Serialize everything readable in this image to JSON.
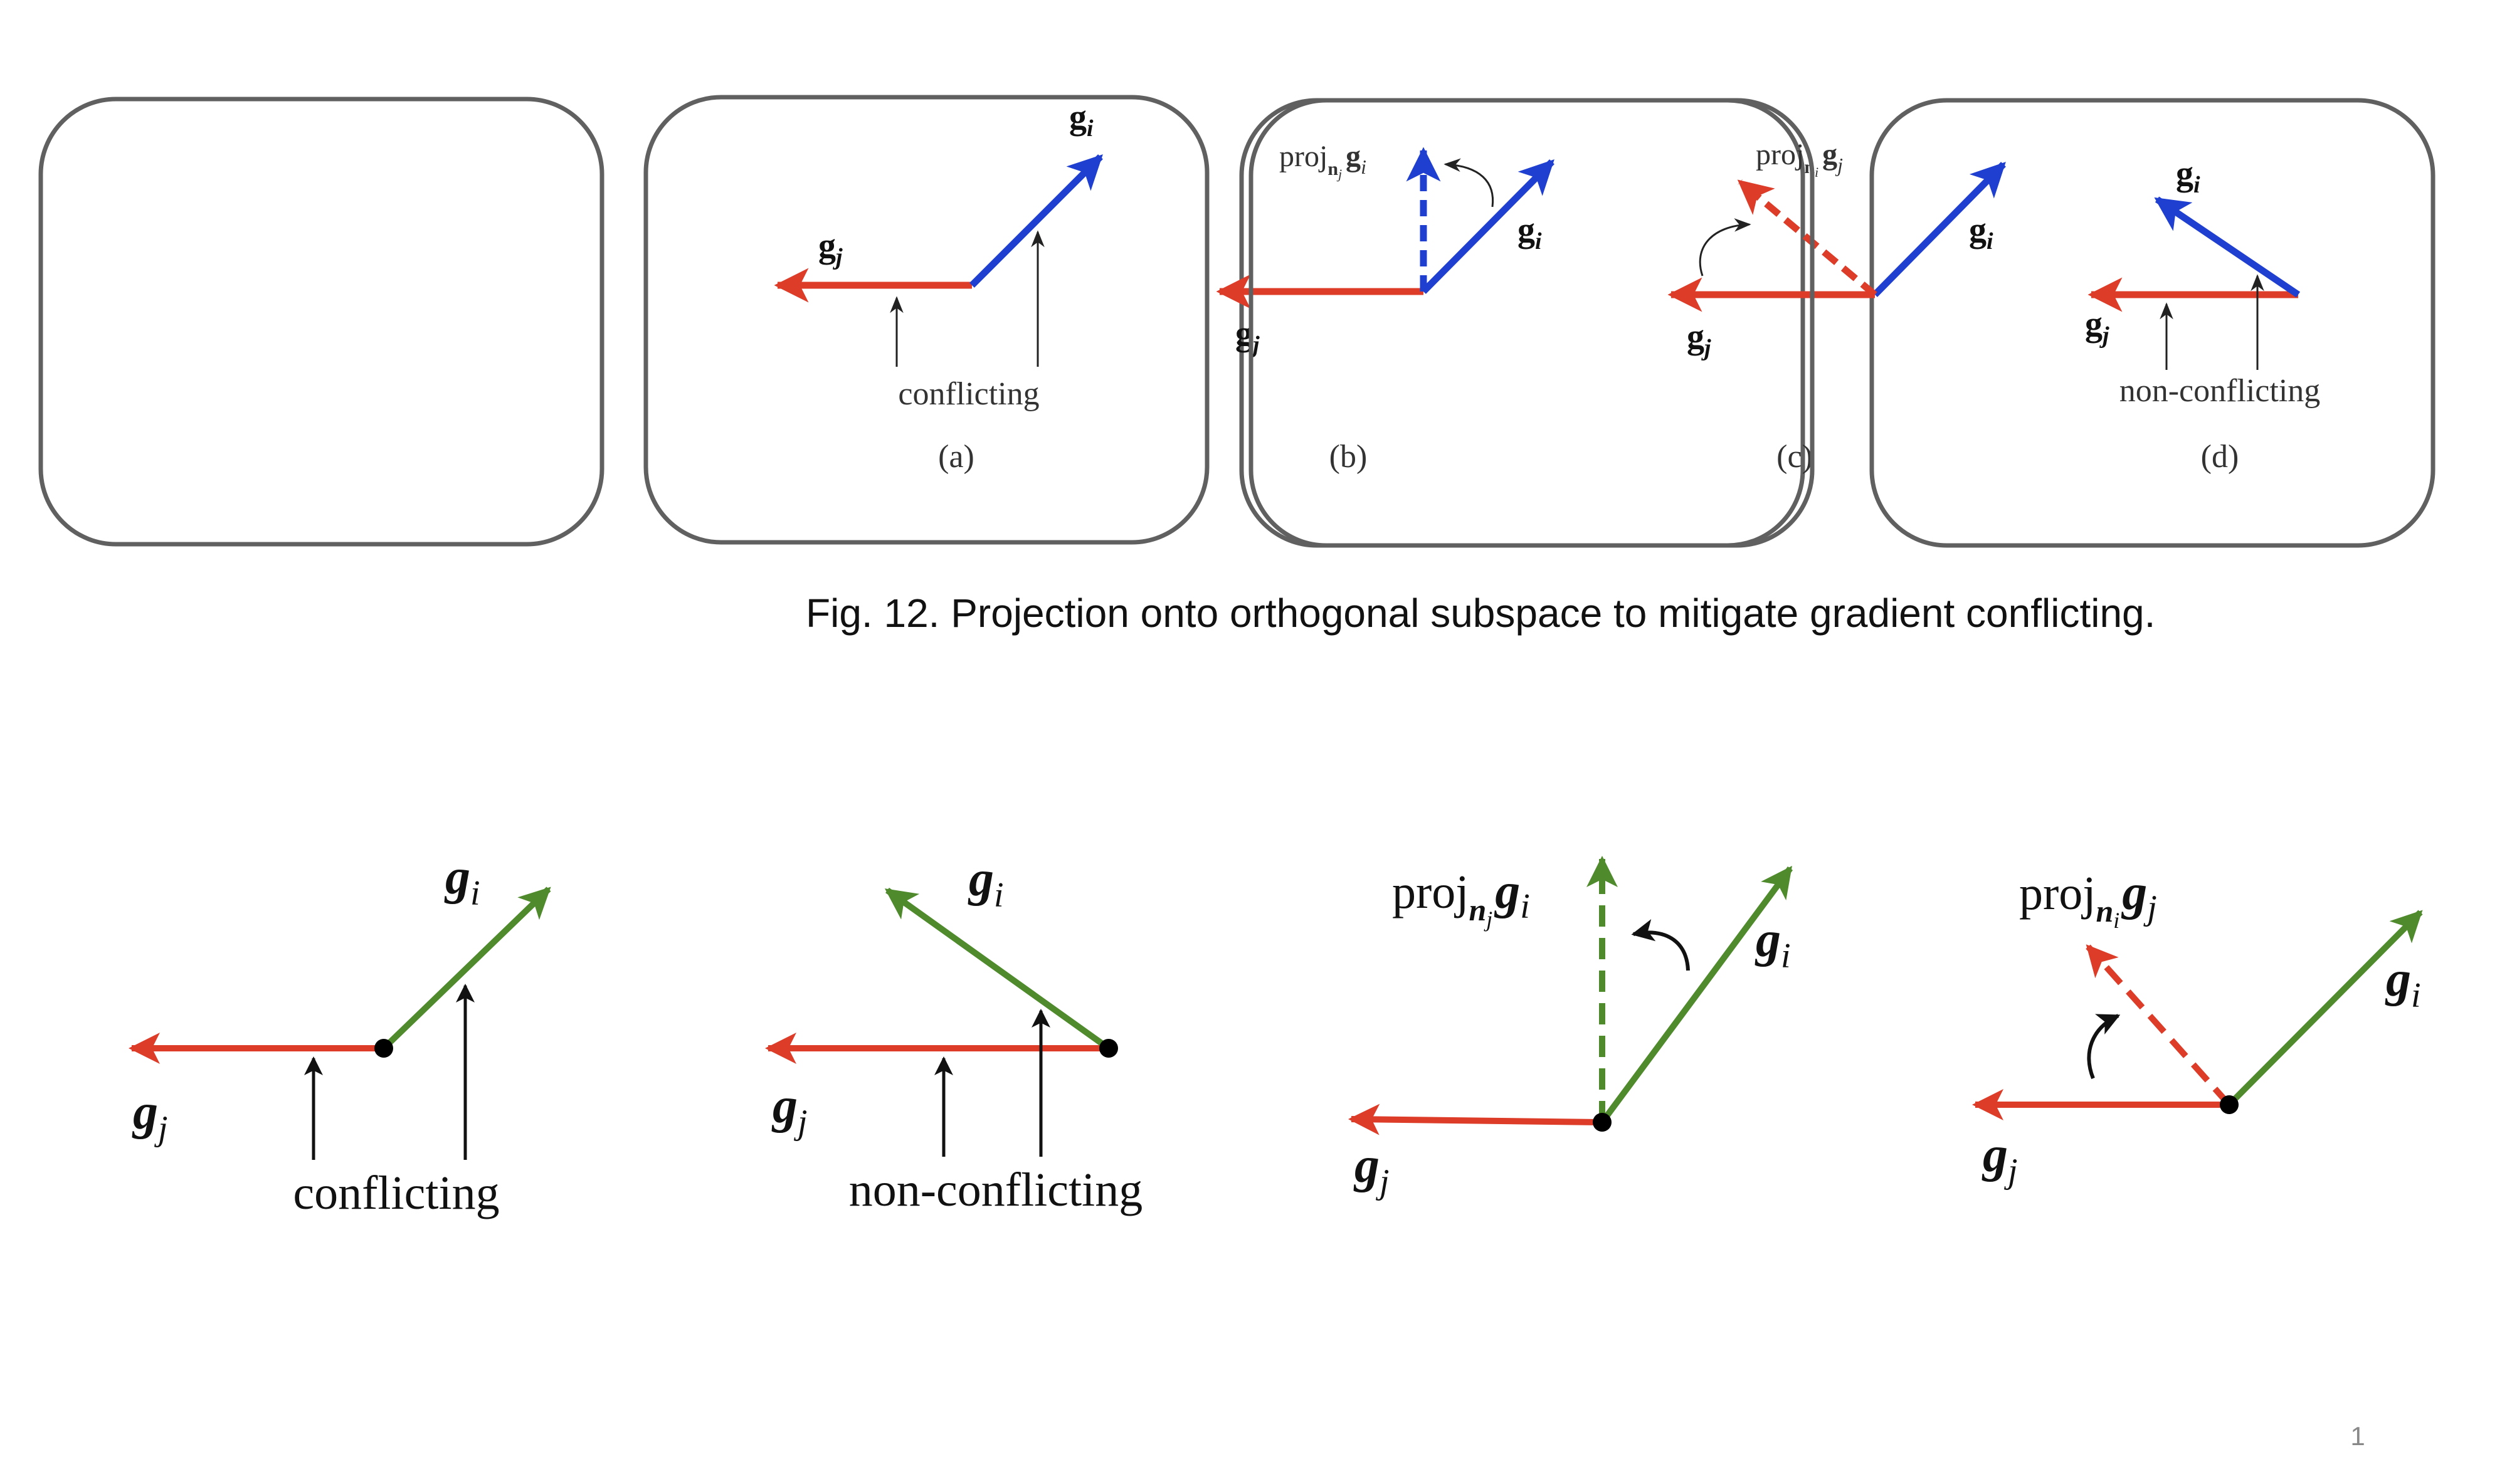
{
  "colors": {
    "red": "#dc3c28",
    "blue": "#1f3fd0",
    "green": "#4f8a2c",
    "frame": "#606060",
    "text": "#111111"
  },
  "top_figure": {
    "caption": "Fig. 12.  Projection onto orthogonal subspace to mitigate gradient conflicting.",
    "panel_a": {
      "gi": "g",
      "gi_sub": "i",
      "gj": "g",
      "gj_sub": "j",
      "note": "conflicting",
      "label": "(a)"
    },
    "panel_b": {
      "proj": "proj",
      "proj_sub": "n",
      "proj_subsub": "j",
      "proj_g": "g",
      "proj_g_sub": "i",
      "gi": "g",
      "gi_sub": "i",
      "gj": "g",
      "gj_sub": "j",
      "label": "(b)"
    },
    "panel_c": {
      "proj": "proj",
      "proj_sub": "n",
      "proj_subsub": "i",
      "proj_g": "g",
      "proj_g_sub": "j",
      "gi": "g",
      "gi_sub": "i",
      "gj": "g",
      "gj_sub": "j",
      "label": "(c)"
    },
    "panel_d": {
      "gi": "g",
      "gi_sub": "i",
      "gj": "g",
      "gj_sub": "j",
      "note": "non-conflicting",
      "label": "(d)"
    }
  },
  "bottom_figure": {
    "d1": {
      "gi": "g",
      "gi_sub": "i",
      "gj": "g",
      "gj_sub": "j",
      "note": "conflicting"
    },
    "d2": {
      "gi": "g",
      "gi_sub": "i",
      "gj": "g",
      "gj_sub": "j",
      "note": "non-conflicting"
    },
    "d3": {
      "proj": "proj",
      "proj_sub": "n",
      "proj_subsub": "j",
      "proj_g": "g",
      "proj_g_sub": "i",
      "gi": "g",
      "gi_sub": "i",
      "gj": "g",
      "gj_sub": "j"
    },
    "d4": {
      "proj": "proj",
      "proj_sub": "n",
      "proj_subsub": "i",
      "proj_g": "g",
      "proj_g_sub": "j",
      "gi": "g",
      "gi_sub": "i",
      "gj": "g",
      "gj_sub": "j"
    }
  },
  "page_number": "1"
}
